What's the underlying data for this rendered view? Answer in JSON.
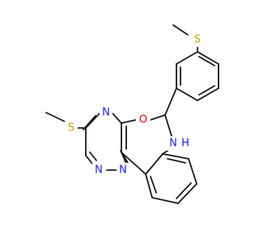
{
  "molecule": {
    "atoms": {
      "s_top": {
        "symbol": "S",
        "color": "#c8a400"
      },
      "s_left": {
        "symbol": "S",
        "color": "#c8a400"
      },
      "o_ring": {
        "symbol": "O",
        "color": "#e00000"
      },
      "n_upper": {
        "symbol": "N",
        "color": "#2020e0"
      },
      "n_lower_left": {
        "symbol": "N",
        "color": "#2020e0"
      },
      "n_lower_right": {
        "symbol": "N",
        "color": "#2020e0"
      },
      "n_amine": {
        "symbol": "N",
        "color": "#2020e0"
      },
      "h_amine": {
        "symbol": "H",
        "color": "#2020e0"
      }
    },
    "bond_color": "#1a1a1a"
  }
}
